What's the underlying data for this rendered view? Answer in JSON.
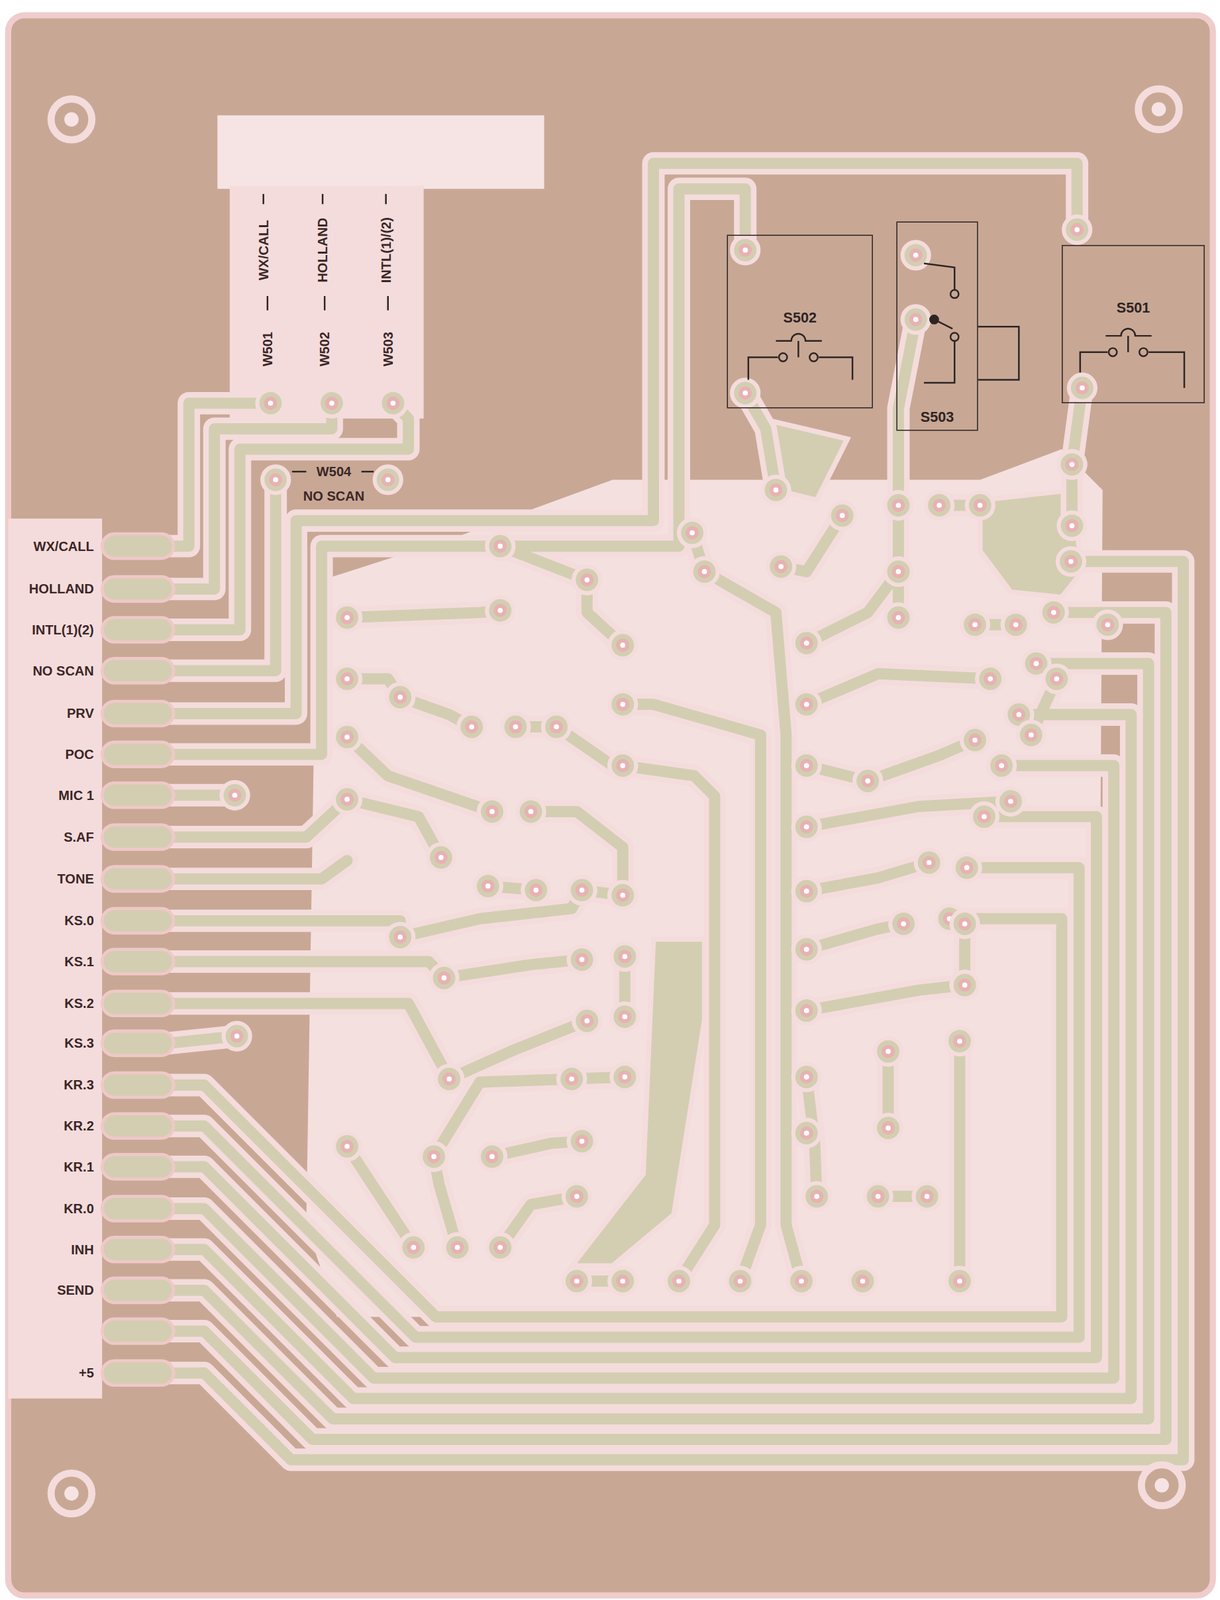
{
  "diagram": {
    "nodes": [
      {
        "text": [
          "S502"
        ]
      },
      {
        "text": [
          "S503"
        ]
      },
      {
        "text": [
          "S501"
        ]
      }
    ],
    "labels": [
      "WX/CALL",
      "HOLLAND",
      "INTL(1)/(2)",
      "W501",
      "W502",
      "W503",
      "W504",
      "NO SCAN",
      "WX/CALL",
      "HOLLAND",
      "INTL(1)(2)",
      "NO SCAN",
      "PRV",
      "POC",
      "MIC 1",
      "S.AF",
      "TONE",
      "KS.0",
      "KS.1",
      "KS.2",
      "KS.3",
      "KR.3",
      "KR.2",
      "KR.1",
      "KR.0",
      "INH",
      "SEND",
      "+5"
    ]
  }
}
